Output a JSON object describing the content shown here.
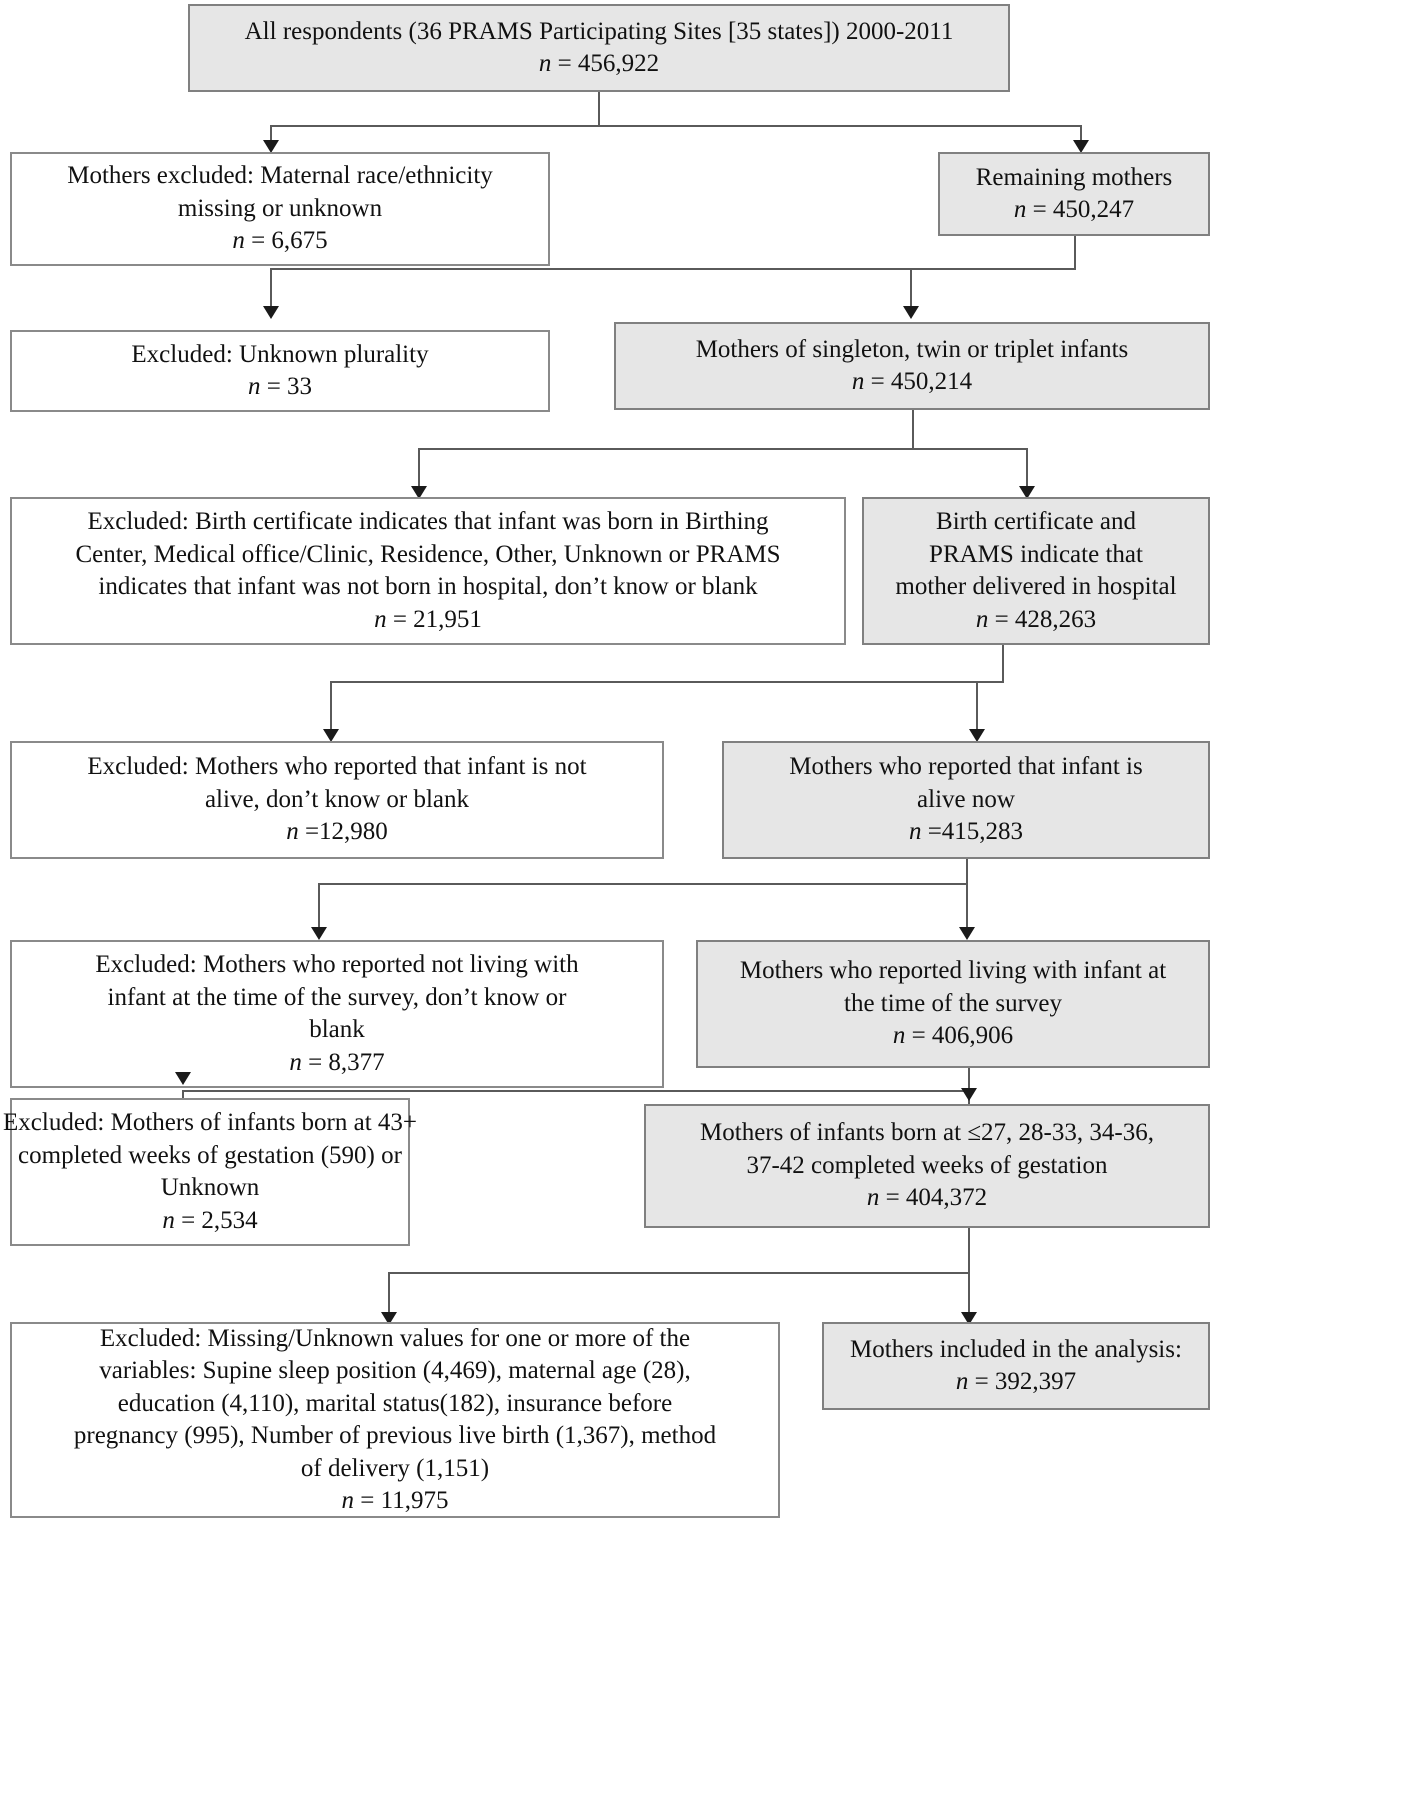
{
  "diagram": {
    "title": "PRAMS participant flow diagram",
    "colors": {
      "shaded_box_fill": "#e6e6e6",
      "plain_box_fill": "#ffffff",
      "border": "#8c8c8c",
      "connector": "#5a5a5a",
      "arrowhead": "#1a1a1a",
      "text": "#111111"
    },
    "nodes": {
      "all_respondents": {
        "line1": "All respondents (36 PRAMS Participating Sites [35 states]) 2000-2011",
        "n": "n = 456,922",
        "style": "shaded"
      },
      "excluded_race": {
        "line1": "Mothers excluded: Maternal race/ethnicity",
        "line2": "missing or unknown",
        "n": "n = 6,675",
        "style": "plain"
      },
      "remaining_mothers": {
        "line1": "Remaining mothers",
        "n": "n = 450,247",
        "style": "shaded"
      },
      "excluded_plurality": {
        "line1": "Excluded: Unknown plurality",
        "n": "n = 33",
        "style": "plain"
      },
      "singleton_twin_triplet": {
        "line1": "Mothers of singleton, twin or triplet infants",
        "n": "n = 450,214",
        "style": "shaded"
      },
      "excluded_birthplace": {
        "line1": "Excluded: Birth certificate indicates that infant was born in Birthing",
        "line2": "Center, Medical office/Clinic, Residence, Other, Unknown or PRAMS",
        "line3": "indicates that infant was not born in hospital, don’t know or blank",
        "n": "n = 21,951",
        "style": "plain"
      },
      "delivered_in_hospital": {
        "line1": "Birth certificate and",
        "line2": "PRAMS indicate that",
        "line3": "mother delivered in hospital",
        "n": "n = 428,263",
        "style": "shaded"
      },
      "excluded_not_alive": {
        "line1": "Excluded: Mothers who reported that infant is not",
        "line2": "alive, don’t know or blank",
        "n": "n =12,980",
        "style": "plain"
      },
      "infant_alive": {
        "line1": "Mothers who reported that infant is",
        "line2": "alive now",
        "n": "n =415,283",
        "style": "shaded"
      },
      "excluded_not_living_with": {
        "line1": "Excluded: Mothers who reported not living with",
        "line2": "infant at the time of the survey, don’t know or",
        "line3": "blank",
        "n": "n = 8,377",
        "style": "plain"
      },
      "living_with_infant": {
        "line1": "Mothers who reported living with infant at",
        "line2": "the time of the survey",
        "n": "n = 406,906",
        "style": "shaded"
      },
      "excluded_gestation": {
        "line1": "Excluded: Mothers of infants born at 43+",
        "line2": "completed weeks of gestation (590) or",
        "line3": "Unknown",
        "n": "n = 2,534",
        "style": "plain"
      },
      "gestation_included": {
        "line1": "Mothers of infants born at  ≤27, 28-33, 34-36,",
        "line2": "37-42 completed weeks of gestation",
        "n": "n = 404,372",
        "style": "shaded"
      },
      "excluded_missing_values": {
        "line1": "Excluded: Missing/Unknown values for one or more of the",
        "line2": "variables: Supine sleep position (4,469), maternal age (28),",
        "line3": "education (4,110), marital status(182), insurance before",
        "line4": "pregnancy (995), Number of previous live birth (1,367), method",
        "line5": "of delivery (1,151)",
        "n": "n = 11,975",
        "style": "plain"
      },
      "final_included": {
        "line1": "Mothers included in the analysis:",
        "n": "n = 392,397",
        "style": "shaded"
      }
    }
  }
}
